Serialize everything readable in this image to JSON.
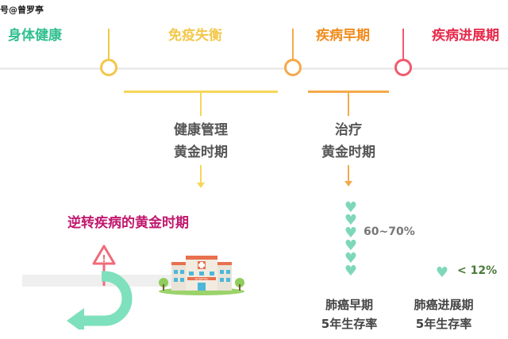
{
  "watermark": "号@曾罗亭",
  "stages": [
    "身体健康",
    "免疫失衡",
    "疾病早期",
    "疾病进展期"
  ],
  "management": {
    "line1": "健康管理",
    "line2": "黄金时期"
  },
  "treatment": {
    "line1": "治疗",
    "line2": "黄金时期"
  },
  "reverse_title": "逆转疾病的黄金时期",
  "hospital_sign": "HOSPITAL",
  "early_survival": {
    "value": "60~70%",
    "label1": "肺癌早期",
    "label2": "5年生存率"
  },
  "late_survival": {
    "value": "< 12%",
    "label1": "肺癌进展期",
    "label2": "5年生存率"
  },
  "colors": {
    "green": "#2fbf8f",
    "yellow": "#f2c84b",
    "orange": "#f08c1e",
    "red": "#e8294a",
    "magenta": "#c0186e"
  }
}
